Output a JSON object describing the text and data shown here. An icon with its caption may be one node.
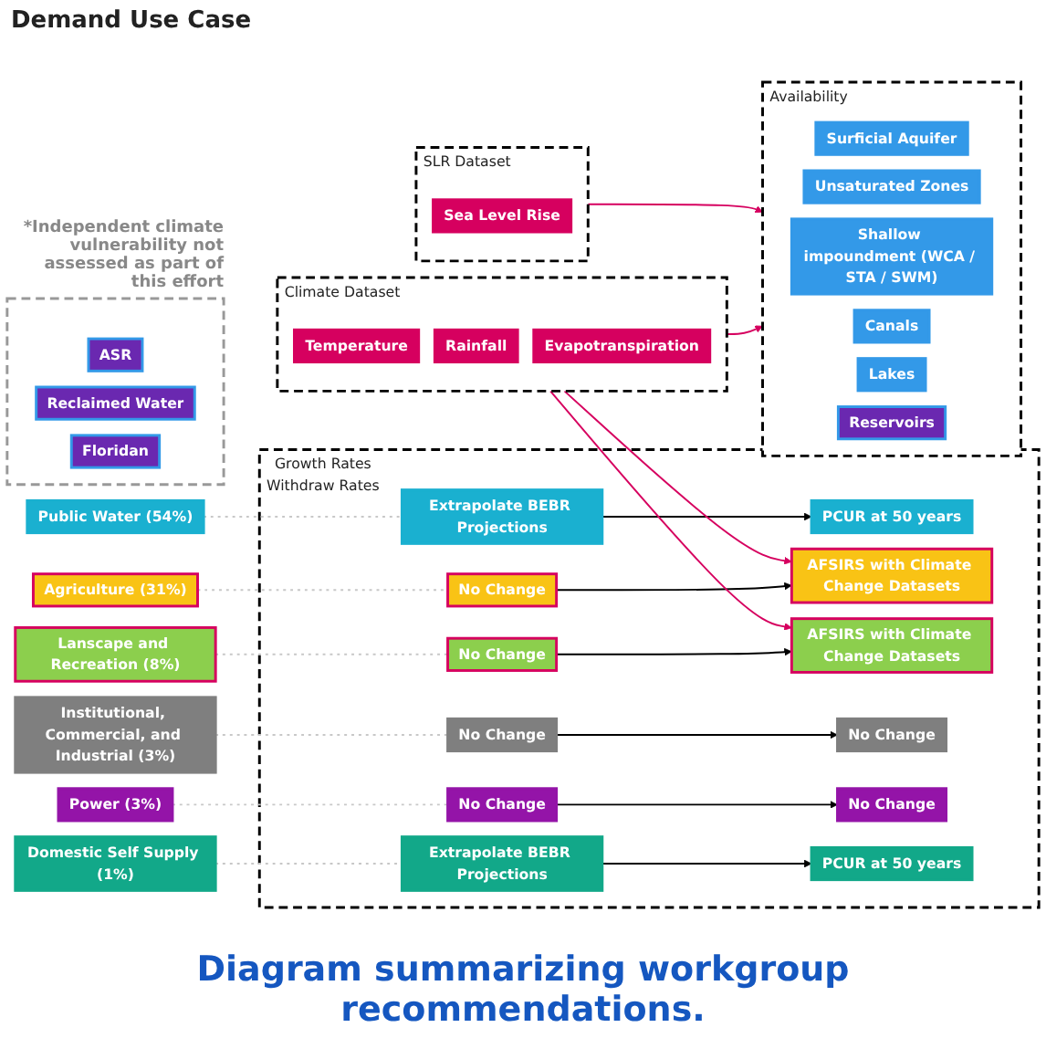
{
  "diagram": {
    "caption": "Diagram summarizing workgroup recommendations.",
    "nodes": [
      {
        "text": [
          "Climate Dataset"
        ]
      },
      {
        "text": [
          "Temperature"
        ],
        "in": 0
      },
      {
        "text": [
          "Rainfall"
        ],
        "in": 0
      },
      {
        "text": [
          "Evapotranspiration"
        ],
        "in": 0
      },
      {
        "text": [
          "SLR Dataset"
        ]
      },
      {
        "text": [
          "Sea Level Rise"
        ],
        "in": 4
      },
      {
        "text": [
          "Public Water (54%)"
        ]
      },
      {
        "text": [
          "Agriculture (31%)"
        ]
      },
      {
        "text": [
          "Lanscape and Recreation (8%)"
        ]
      },
      {
        "text": [
          "Institutional, Commercial, and Industrial (3%)"
        ]
      },
      {
        "text": [
          "Power (3%)"
        ]
      },
      {
        "text": [
          "Domestic Self Supply (1%)"
        ]
      },
      {
        "text": [
          "Growth Rates",
          "Withdraw Rates"
        ]
      },
      {
        "text": [
          "Extrapolate BEBR Projections"
        ],
        "in": 12
      },
      {
        "text": [
          "PCUR at 50 years"
        ],
        "in": 12
      },
      {
        "text": [
          "No Change"
        ],
        "in": 12
      },
      {
        "text": [
          "AFSIRS with Climate Change Datasets"
        ],
        "in": 12
      },
      {
        "text": [
          "No Change"
        ],
        "in": 12
      },
      {
        "text": [
          "AFSIRS with Climate Change Datasets"
        ],
        "in": 12
      },
      {
        "text": [
          "No Change"
        ],
        "in": 12
      },
      {
        "text": [
          "No Change"
        ],
        "in": 12
      },
      {
        "text": [
          "No Change"
        ],
        "in": 12
      },
      {
        "text": [
          "No Change"
        ],
        "in": 12
      },
      {
        "text": [
          "Extrapolate BEBR Projections"
        ],
        "in": 12
      },
      {
        "text": [
          "PCUR at 50 years"
        ],
        "in": 12
      },
      {
        "text": [
          "Availability"
        ]
      },
      {
        "text": [
          "Surficial Aquifer"
        ],
        "in": 25
      },
      {
        "text": [
          "Unsaturated Zones"
        ],
        "in": 25
      },
      {
        "text": [
          "Shallow impoundment (WCA / STA / SWM)"
        ],
        "in": 25
      },
      {
        "text": [
          "Canals"
        ],
        "in": 25
      },
      {
        "text": [
          "Lakes"
        ],
        "in": 25
      },
      {
        "text": [
          "Reservoirs"
        ],
        "in": 25
      },
      {
        "text": [],
        "shape": "box",
        "beside": [
          "*Independent climate vulnerability not assessed as part of this effort"
        ]
      },
      {
        "text": [
          "ASR"
        ],
        "in": 32
      },
      {
        "text": [
          "Reclaimed Water"
        ],
        "in": 32
      },
      {
        "text": [
          "Floridan"
        ],
        "in": 32
      }
    ],
    "edges": [
      {
        "from": 6,
        "to": 13,
        "arrow": "none",
        "style": "dashed",
        "color": "#c8c8c8"
      },
      {
        "from": 13,
        "to": 14,
        "arrow": "to",
        "color": "#000000"
      },
      {
        "from": 7,
        "to": 15,
        "arrow": "none",
        "style": "dashed",
        "color": "#c8c8c8"
      },
      {
        "from": 15,
        "to": 16,
        "arrow": "to",
        "color": "#000000"
      },
      {
        "from": 8,
        "to": 17,
        "arrow": "none",
        "style": "dashed",
        "color": "#c8c8c8"
      },
      {
        "from": 17,
        "to": 18,
        "arrow": "to",
        "color": "#000000"
      },
      {
        "from": 9,
        "to": 19,
        "arrow": "none",
        "style": "dashed",
        "color": "#c8c8c8"
      },
      {
        "from": 19,
        "to": 20,
        "arrow": "to",
        "color": "#000000"
      },
      {
        "from": 10,
        "to": 21,
        "arrow": "none",
        "style": "dashed",
        "color": "#c8c8c8"
      },
      {
        "from": 21,
        "to": 22,
        "arrow": "to",
        "color": "#000000"
      },
      {
        "from": 11,
        "to": 23,
        "arrow": "none",
        "style": "dashed",
        "color": "#c8c8c8"
      },
      {
        "from": 23,
        "to": 24,
        "arrow": "to",
        "color": "#000000"
      },
      {
        "from": 0,
        "to": 16,
        "arrow": "to",
        "color": "#d6005f"
      },
      {
        "from": 0,
        "to": 18,
        "arrow": "to",
        "color": "#d6005f"
      },
      {
        "from": 0,
        "to": 25,
        "arrow": "to",
        "color": "#d6005f"
      },
      {
        "from": 4,
        "to": 25,
        "arrow": "to",
        "color": "#d6005f"
      }
    ],
    "labels": [
      "Demand Use Case"
    ]
  }
}
